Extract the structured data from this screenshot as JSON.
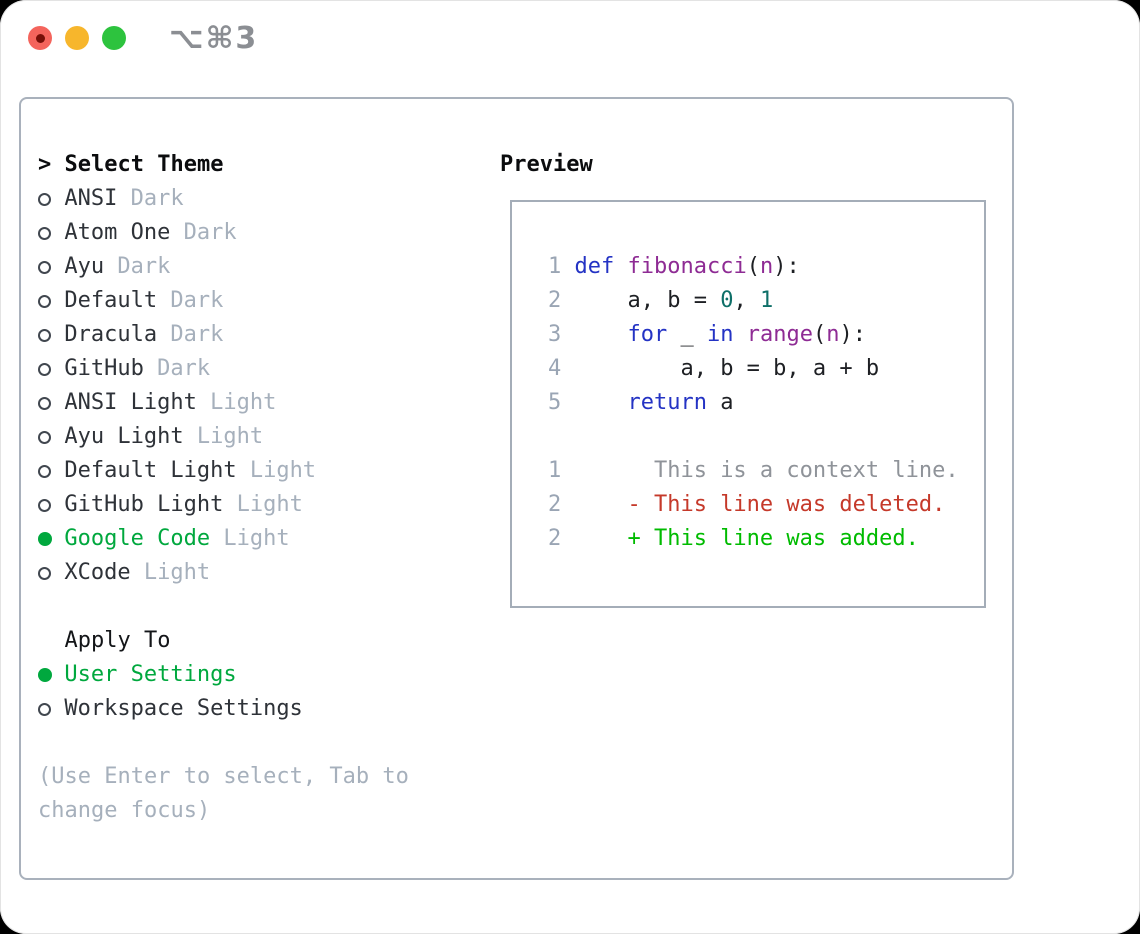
{
  "window": {
    "title": "⌥⌘3",
    "traffic_lights": [
      "close",
      "minimize",
      "zoom"
    ]
  },
  "colors": {
    "selection_green": "#00a83e",
    "added_green": "#00bb00",
    "deleted_red": "#c5392a",
    "keyword_blue": "#2433c4",
    "function_purple": "#8e2b94",
    "literal_teal": "#0e6f68",
    "muted_gray": "#a6b0bc",
    "border_gray": "#a9b1bc"
  },
  "theme_panel": {
    "header_prefix": "> ",
    "header_label": "Select Theme",
    "items": [
      {
        "name": "ANSI",
        "variant": "Dark",
        "selected": false
      },
      {
        "name": "Atom One",
        "variant": "Dark",
        "selected": false
      },
      {
        "name": "Ayu",
        "variant": "Dark",
        "selected": false
      },
      {
        "name": "Default",
        "variant": "Dark",
        "selected": false
      },
      {
        "name": "Dracula",
        "variant": "Dark",
        "selected": false
      },
      {
        "name": "GitHub",
        "variant": "Dark",
        "selected": false
      },
      {
        "name": "ANSI Light",
        "variant": "Light",
        "selected": false
      },
      {
        "name": "Ayu Light",
        "variant": "Light",
        "selected": false
      },
      {
        "name": "Default Light",
        "variant": "Light",
        "selected": false
      },
      {
        "name": "GitHub Light",
        "variant": "Light",
        "selected": false
      },
      {
        "name": "Google Code",
        "variant": "Light",
        "selected": true
      },
      {
        "name": "XCode",
        "variant": "Light",
        "selected": false
      }
    ],
    "apply_to": {
      "label": "Apply To",
      "options": [
        {
          "label": "User Settings",
          "selected": true
        },
        {
          "label": "Workspace Settings",
          "selected": false
        }
      ]
    },
    "hint_lines": [
      "(Use Enter to select, Tab to",
      "change focus)"
    ]
  },
  "preview": {
    "label": "Preview",
    "code_lines": [
      [],
      [
        {
          "c": "num",
          "t": "1 "
        },
        {
          "c": "kw",
          "t": "def "
        },
        {
          "c": "fn",
          "t": "fibonacci"
        },
        {
          "c": "pl",
          "t": "("
        },
        {
          "c": "fn",
          "t": "n"
        },
        {
          "c": "pl",
          "t": "):"
        }
      ],
      [
        {
          "c": "num",
          "t": "2"
        },
        {
          "c": "pl",
          "t": "     a, b = "
        },
        {
          "c": "lit",
          "t": "0"
        },
        {
          "c": "pl",
          "t": ", "
        },
        {
          "c": "lit",
          "t": "1"
        }
      ],
      [
        {
          "c": "num",
          "t": "3"
        },
        {
          "c": "pl",
          "t": "     "
        },
        {
          "c": "kw",
          "t": "for"
        },
        {
          "c": "pl",
          "t": " _ "
        },
        {
          "c": "kw",
          "t": "in"
        },
        {
          "c": "pl",
          "t": " "
        },
        {
          "c": "fn",
          "t": "range"
        },
        {
          "c": "pl",
          "t": "("
        },
        {
          "c": "fn",
          "t": "n"
        },
        {
          "c": "pl",
          "t": "):"
        }
      ],
      [
        {
          "c": "num",
          "t": "4"
        },
        {
          "c": "pl",
          "t": "         a, b = b, a + b"
        }
      ],
      [
        {
          "c": "num",
          "t": "5"
        },
        {
          "c": "pl",
          "t": "     "
        },
        {
          "c": "kw",
          "t": "return"
        },
        {
          "c": "pl",
          "t": " a"
        }
      ],
      [],
      [
        {
          "c": "num",
          "t": "1"
        },
        {
          "c": "ctx",
          "t": "       This is a context line."
        }
      ],
      [
        {
          "c": "num",
          "t": "2"
        },
        {
          "c": "del",
          "t": "     - This line was deleted."
        }
      ],
      [
        {
          "c": "num",
          "t": "2"
        },
        {
          "c": "add",
          "t": "     + This line was added."
        }
      ],
      []
    ]
  }
}
